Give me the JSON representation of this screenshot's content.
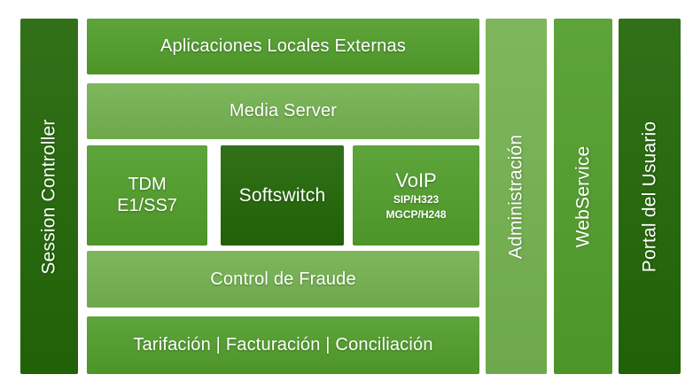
{
  "diagram": {
    "title_hint": "softswitch-platform-architecture",
    "palette": {
      "dark_green": "#226607",
      "medium_green": "#519d2b",
      "light_green": "#74b150",
      "text": "#ffffff",
      "background": "#ffffff"
    },
    "left_bar": {
      "label": "Session Controller",
      "color": "#226607"
    },
    "middle": {
      "rows": [
        {
          "label": "Aplicaciones Locales Externas",
          "color": "#519d2b"
        },
        {
          "label": "Media Server",
          "color": "#74b150"
        },
        {
          "label": "Control de Fraude",
          "color": "#74b150"
        },
        {
          "label": "Tarifación | Facturación | Conciliación",
          "color": "#519d2b"
        }
      ],
      "core_blocks": [
        {
          "title": "TDM",
          "subtitle": "E1/SS7",
          "color": "#519d2b"
        },
        {
          "title": "Softswitch",
          "color": "#226607"
        },
        {
          "title": "VoIP",
          "sub1": "SIP/H323",
          "sub2": "MGCP/H248",
          "color": "#519d2b"
        }
      ]
    },
    "right_bars": [
      {
        "label": "Administración",
        "color": "#74b150"
      },
      {
        "label": "WebService",
        "color": "#519d2b"
      },
      {
        "label": "Portal del Usuario",
        "color": "#226607"
      }
    ]
  }
}
